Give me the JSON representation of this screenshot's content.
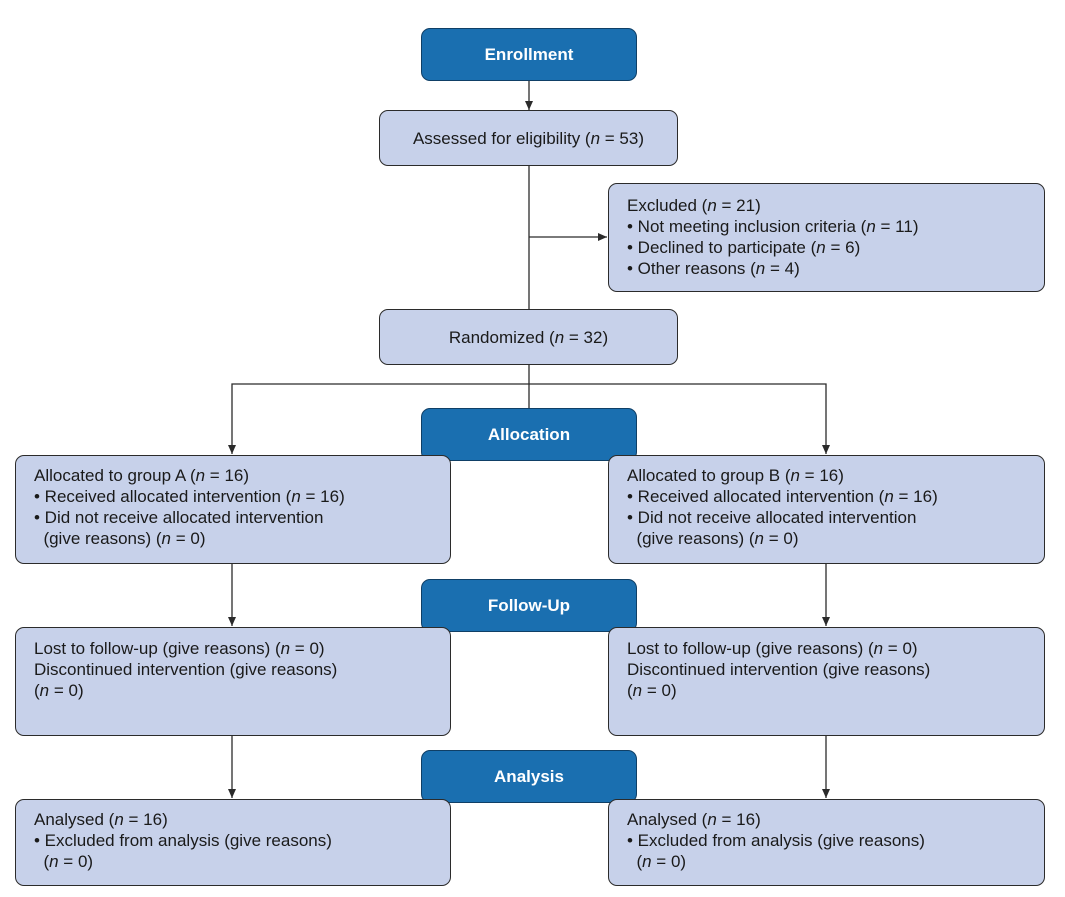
{
  "stages": {
    "enrollment": "Enrollment",
    "allocation": "Allocation",
    "follow_up": "Follow-Up",
    "analysis": "Analysis"
  },
  "assessed": {
    "pre": "Assessed for eligibility (",
    "n": "n",
    "post": " = 53)"
  },
  "excluded": {
    "title": {
      "pre": "Excluded (",
      "n": "n",
      "post": " = 21)"
    },
    "items": [
      {
        "pre": "• Not meeting inclusion criteria (",
        "n": "n",
        "post": " = 11)"
      },
      {
        "pre": "• Declined to participate (",
        "n": "n",
        "post": " = 6)"
      },
      {
        "pre": "• Other reasons (",
        "n": "n",
        "post": " = 4)"
      }
    ]
  },
  "randomized": {
    "pre": "Randomized (",
    "n": "n",
    "post": " = 32)"
  },
  "group_a": {
    "allocation": {
      "title": {
        "pre": "Allocated to group A (",
        "n": "n",
        "post": " = 16)"
      },
      "received": {
        "pre": "• Received allocated intervention (",
        "n": "n",
        "post": " = 16)"
      },
      "not_received_1": "• Did not receive allocated intervention",
      "not_received_2": {
        "pre": "  (give reasons) (",
        "n": "n",
        "post": " = 0)"
      }
    },
    "follow_up": {
      "lost": {
        "pre": "Lost to follow-up (give reasons) (",
        "n": "n",
        "post": " = 0)"
      },
      "discontinued_1": "Discontinued intervention (give reasons)",
      "discontinued_2": {
        "pre": "(",
        "n": "n",
        "post": " = 0)"
      }
    },
    "analysis": {
      "analysed": {
        "pre": "Analysed (",
        "n": "n",
        "post": " = 16)"
      },
      "excluded_1": "• Excluded from analysis (give reasons)",
      "excluded_2": {
        "pre": "  (",
        "n": "n",
        "post": " = 0)"
      }
    }
  },
  "group_b": {
    "allocation": {
      "title": {
        "pre": "Allocated to group B (",
        "n": "n",
        "post": " = 16)"
      },
      "received": {
        "pre": "• Received allocated intervention (",
        "n": "n",
        "post": " = 16)"
      },
      "not_received_1": "• Did not receive allocated intervention",
      "not_received_2": {
        "pre": "  (give reasons) (",
        "n": "n",
        "post": " = 0)"
      }
    },
    "follow_up": {
      "lost": {
        "pre": "Lost to follow-up (give reasons) (",
        "n": "n",
        "post": " = 0)"
      },
      "discontinued_1": "Discontinued intervention (give reasons)",
      "discontinued_2": {
        "pre": "(",
        "n": "n",
        "post": " = 0)"
      }
    },
    "analysis": {
      "analysed": {
        "pre": "Analysed (",
        "n": "n",
        "post": " = 16)"
      },
      "excluded_1": "• Excluded from analysis (give reasons)",
      "excluded_2": {
        "pre": "  (",
        "n": "n",
        "post": " = 0)"
      }
    }
  },
  "colors": {
    "stage_fill": "#1a6fb0",
    "box_fill": "#c7d1ea",
    "line": "#2b2b2b"
  }
}
